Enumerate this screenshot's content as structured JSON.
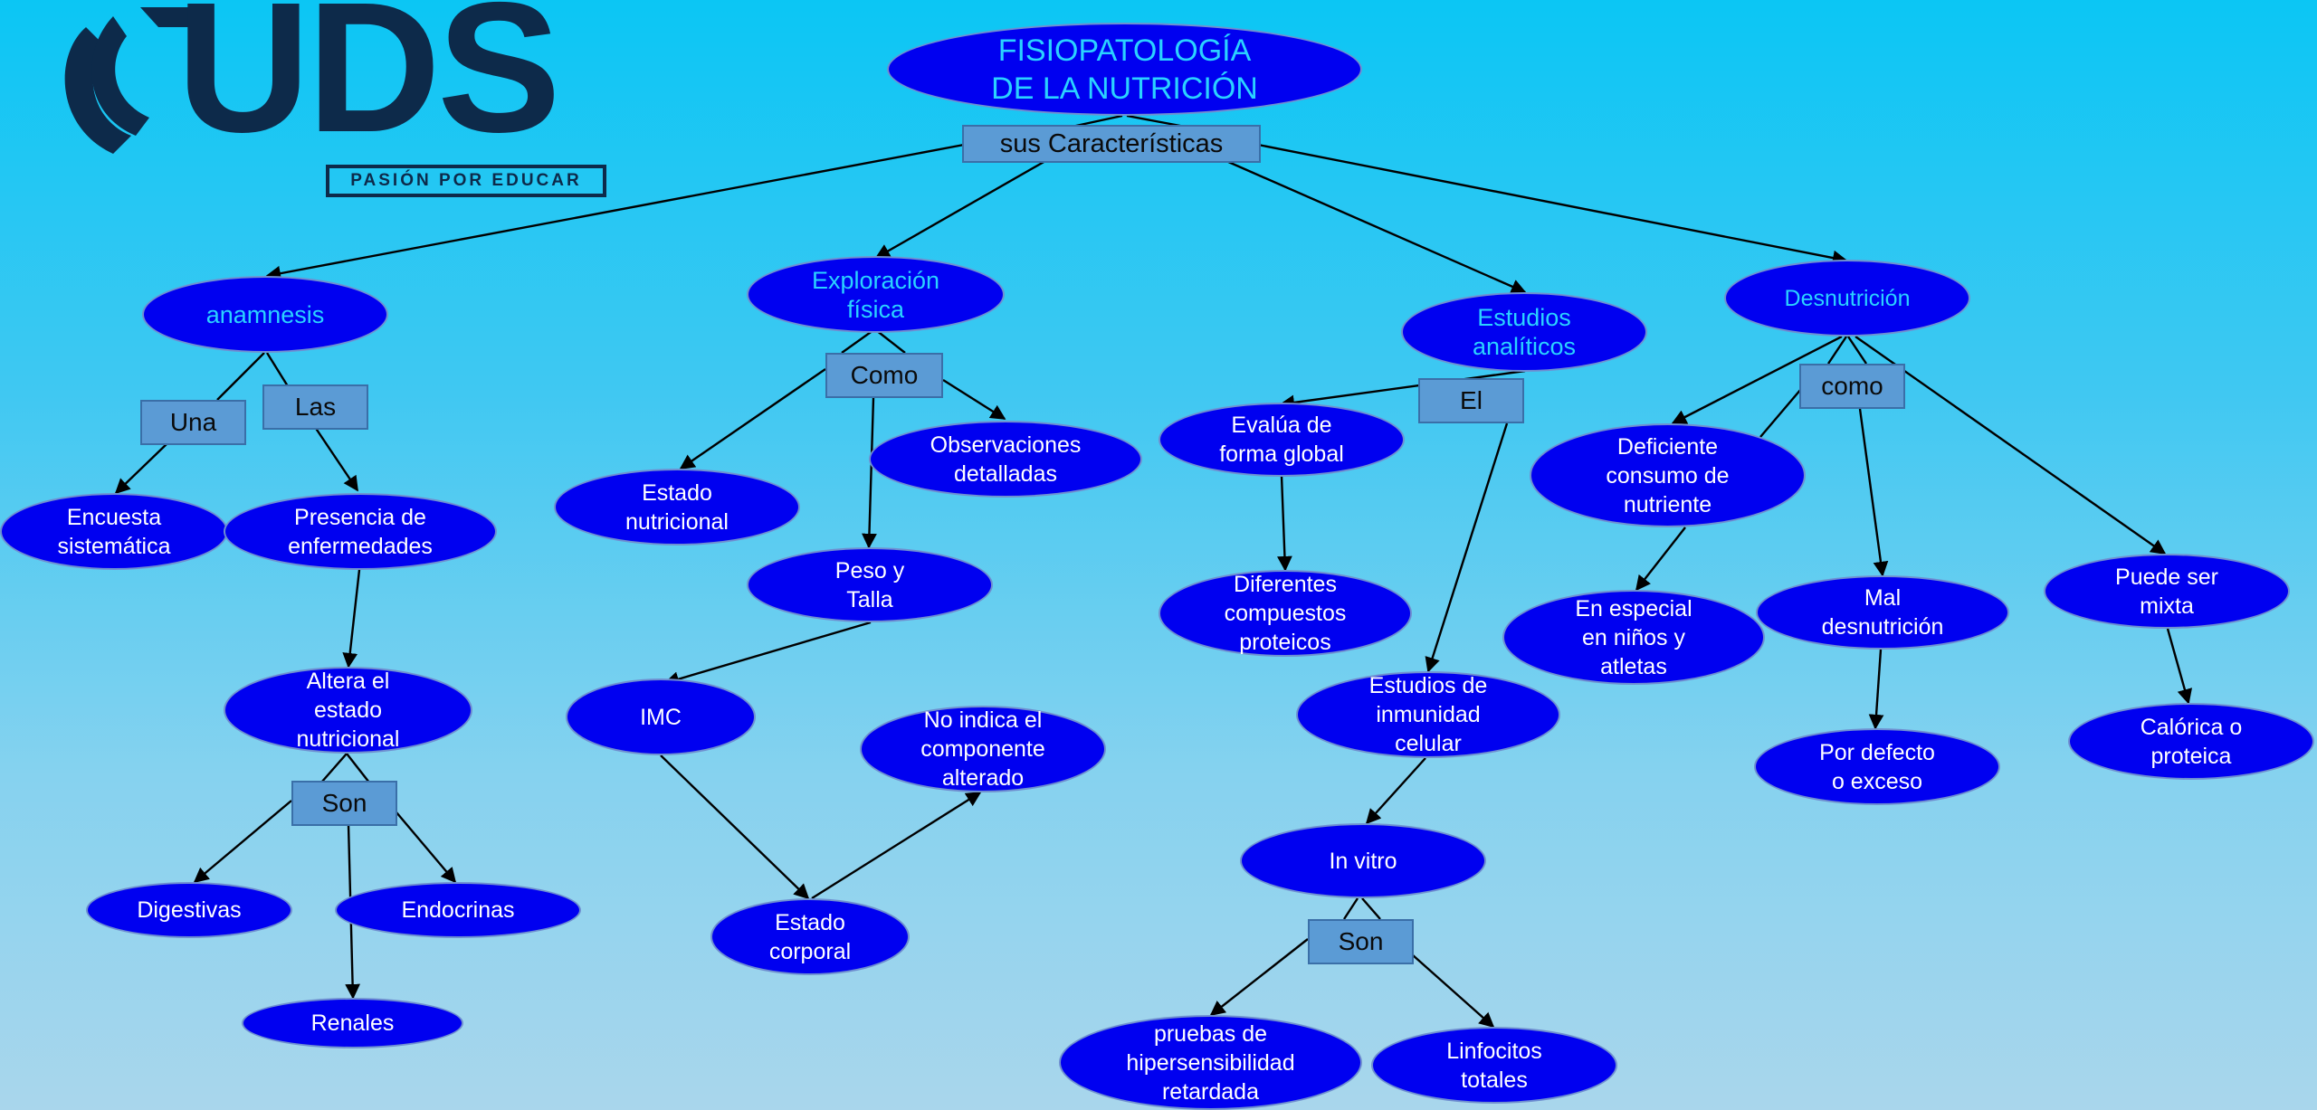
{
  "logo": {
    "wordmark": "UDS",
    "tagline": "PASIÓN POR EDUCAR"
  },
  "nodes": {
    "title": "FISIOPATOLOGÍA\nDE LA NUTRICIÓN",
    "anamnesis": "anamnesis",
    "exploracion": "Exploración\nfísica",
    "estudios": "Estudios\nanalíticos",
    "desnutricion": "Desnutrición",
    "encuesta": "Encuesta\nsistemática",
    "presencia": "Presencia de\nenfermedades",
    "altera": "Altera el\nestado\nnutricional",
    "digestivas": "Digestivas",
    "endocrinas": "Endocrinas",
    "renales": "Renales",
    "estado_nutricional": "Estado\nnutricional",
    "observaciones": "Observaciones\ndetalladas",
    "peso_talla": "Peso  y\nTalla",
    "imc": "IMC",
    "no_indica": "No indica el\ncomponente\nalterado",
    "estado_corporal": "Estado\ncorporal",
    "evalua": "Evalúa de\nforma global",
    "diferentes": "Diferentes\ncompuestos\nproteicos",
    "estudios_inmunidad": "Estudios  de\ninmunidad\ncelular",
    "in_vitro": "In vitro",
    "pruebas": "pruebas de\nhipersensibilidad\nretardada",
    "linfocitos": "Linfocitos\ntotales",
    "deficiente": "Deficiente\nconsumo de\nnutriente",
    "en_especial": "En especial\nen niños y\natletas",
    "mal_desnutricion": "Mal\ndesnutrición",
    "por_defecto": "Por defecto\no exceso",
    "puede_mixta": "Puede ser\nmixta",
    "calorica": "Calórica o\nproteica"
  },
  "connectors": {
    "caracteristicas": "sus Características",
    "una": "Una",
    "las": "Las",
    "son_1": "Son",
    "como_1": "Como",
    "el": "El",
    "son_2": "Son",
    "como_2": "como"
  },
  "colors": {
    "node_fill": "#0000f0",
    "node_border": "#6f8fd0",
    "label_fill": "#5b9bd5",
    "cyan_text": "#2ad2ff",
    "logo": "#0d2a4a"
  }
}
